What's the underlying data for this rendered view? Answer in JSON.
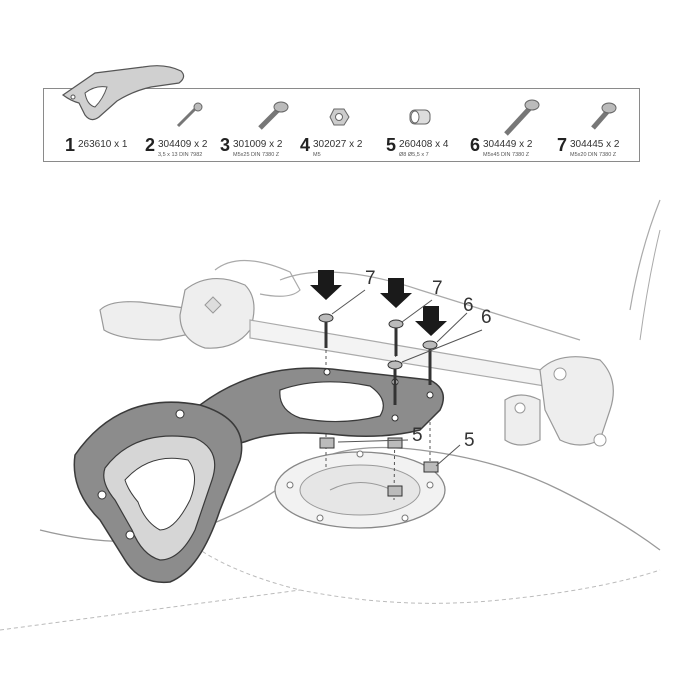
{
  "parts": [
    {
      "num": "1",
      "code": "263610 x 1",
      "spec": "",
      "icon": "bracket-plate-icon"
    },
    {
      "num": "2",
      "code": "304409 x 2",
      "spec": "3,5 x 13 DIN 7982",
      "icon": "self-tapping-screw-icon"
    },
    {
      "num": "3",
      "code": "301009 x 2",
      "spec": "M5x25 DIN 7380 Z",
      "icon": "bolt-icon"
    },
    {
      "num": "4",
      "code": "302027 x 2",
      "spec": "M5",
      "icon": "nut-icon"
    },
    {
      "num": "5",
      "code": "260408 x 4",
      "spec": "Ø8 Ø5,5 x 7",
      "icon": "spacer-icon"
    },
    {
      "num": "6",
      "code": "304449 x 2",
      "spec": "M5x45 DIN 7380 Z",
      "icon": "long-bolt-icon"
    },
    {
      "num": "7",
      "code": "304445 x 2",
      "spec": "M5x20 DIN 7380 Z",
      "icon": "short-bolt-icon"
    }
  ],
  "callouts": {
    "c7a": "7",
    "c7b": "7",
    "c6a": "6",
    "c6b": "6",
    "c5a": "5",
    "c5b": "5"
  },
  "colors": {
    "line": "#3a3a3a",
    "light_gray": "#c8c8c8",
    "mid_gray": "#9a9a9a",
    "arrow": "#1a1a1a"
  }
}
